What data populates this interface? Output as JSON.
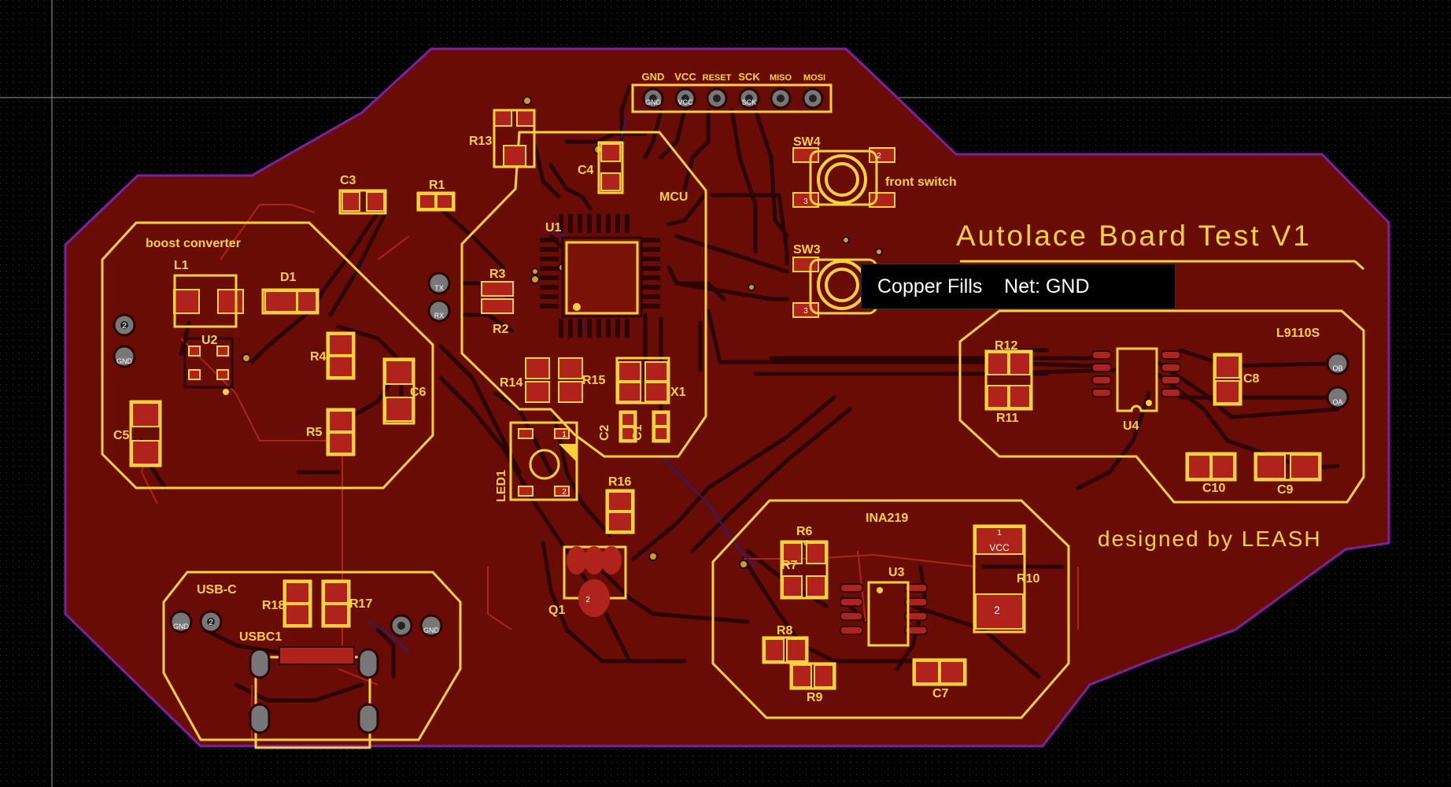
{
  "board": {
    "title": "Autolace Board Test V1",
    "credit": "designed by LEASH",
    "colors": {
      "background": "#000000",
      "copper": "#6a0c06",
      "outline": "#7a22a0",
      "silkscreen": "#ffd23a",
      "trace": "#2a0302",
      "pad": "#b0231c"
    }
  },
  "groups": {
    "boost": "boost converter",
    "mcu": "MCU",
    "l9110s": "L9110S",
    "ina219": "INA219",
    "usbc": "USB-C",
    "front_switch": "front switch"
  },
  "header_pins": [
    "GND",
    "VCC",
    "RESET",
    "SCK",
    "MISO",
    "MOSI"
  ],
  "header_pad_labels": [
    "GND",
    "VCC",
    "",
    "SCK",
    "",
    ""
  ],
  "designators": {
    "c3": "C3",
    "r1": "R1",
    "r13": "R13",
    "c4": "C4",
    "u1": "U1",
    "r3": "R3",
    "r2": "R2",
    "r14": "R14",
    "r15": "R15",
    "x1": "X1",
    "c2": "C2",
    "c1": "C1",
    "led1": "LED1",
    "r16": "R16",
    "q1": "Q1",
    "l1": "L1",
    "d1": "D1",
    "u2": "U2",
    "r4": "R4",
    "r5": "R5",
    "c5": "C5",
    "c6": "C6",
    "sw4": "SW4",
    "sw3": "SW3",
    "r12": "R12",
    "r11": "R11",
    "u4": "U4",
    "c8": "C8",
    "c10": "C10",
    "c9": "C9",
    "r6": "R6",
    "r7": "R7",
    "r8": "R8",
    "r9": "R9",
    "u3": "U3",
    "c7": "C7",
    "r10": "R10",
    "r18": "R18",
    "r17": "R17",
    "usbc1": "USBC1"
  },
  "pad_labels": {
    "tx": "TX",
    "rx": "RX",
    "gnd": "GND",
    "vcc": "VCC",
    "oa": "OA",
    "ob": "OB",
    "one": "1",
    "two": "2",
    "three": "3"
  },
  "tooltip": {
    "title": "Copper Fills",
    "net": "Net: GND"
  }
}
